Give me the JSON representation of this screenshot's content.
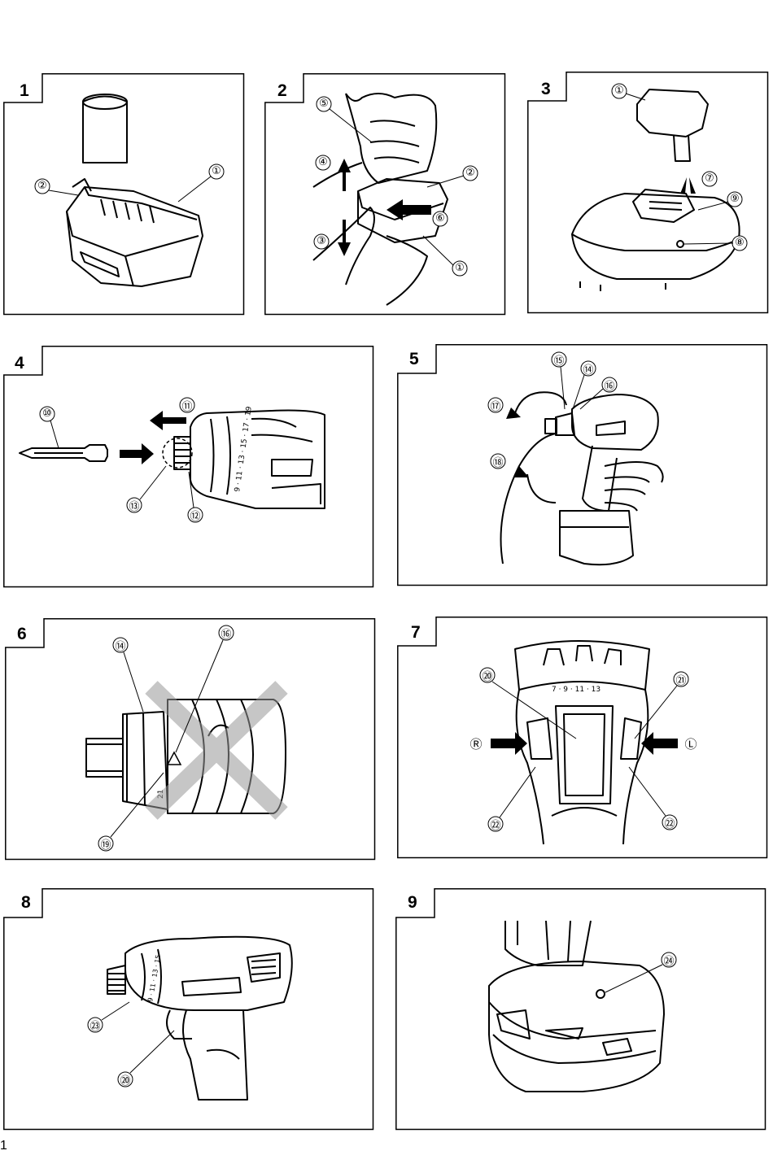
{
  "panels": [
    {
      "number": "1",
      "callouts": [
        "①",
        "②"
      ]
    },
    {
      "number": "2",
      "callouts": [
        "⑤",
        "④",
        "②",
        "⑥",
        "③",
        "①"
      ]
    },
    {
      "number": "3",
      "callouts": [
        "①",
        "⑦",
        "⑨",
        "⑧"
      ]
    },
    {
      "number": "4",
      "callouts": [
        "⑩",
        "⑪",
        "⑬",
        "⑫"
      ],
      "dial_text": "9 · 11 · 13 · 15 · 17 · 19"
    },
    {
      "number": "5",
      "callouts": [
        "⑮",
        "⑭",
        "⑯",
        "⑰",
        "⑱"
      ]
    },
    {
      "number": "6",
      "callouts": [
        "⑭",
        "⑯",
        "⑲"
      ],
      "dial_text": "21"
    },
    {
      "number": "7",
      "callouts": [
        "⑳",
        "㉑",
        "Ⓡ",
        "Ⓛ",
        "㉒",
        "㉒"
      ],
      "dial_text": "7 · 9 · 11 · 13"
    },
    {
      "number": "8",
      "callouts": [
        "㉓",
        "⑳"
      ],
      "dial_text": "9 · 11 · 13 · 15"
    },
    {
      "number": "9",
      "callouts": [
        "㉔"
      ]
    }
  ],
  "page_number": "1"
}
